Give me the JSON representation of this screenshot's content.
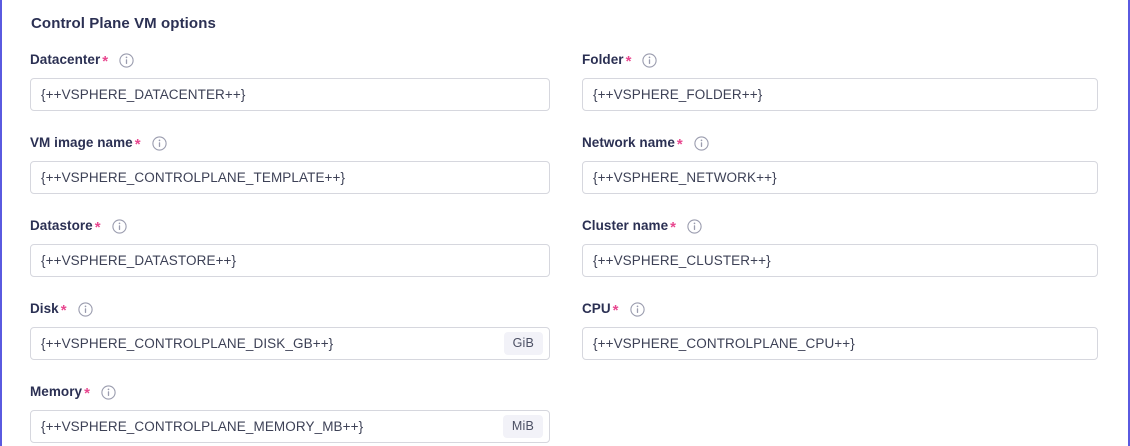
{
  "panel": {
    "title": "Control Plane VM options",
    "accent_color": "#5a5ae0",
    "label_color": "#2b3053",
    "required_marker_color": "#e8478f",
    "input_border_color": "#d6d7de",
    "unit_badge_bg": "#f2f2f8"
  },
  "fields": [
    {
      "label": "Datacenter",
      "required_marker": "*",
      "info_icon": "info-circle-icon",
      "value": "{++VSPHERE_DATACENTER++}",
      "unit": ""
    },
    {
      "label": "Folder",
      "required_marker": "*",
      "info_icon": "info-circle-icon",
      "value": "{++VSPHERE_FOLDER++}",
      "unit": ""
    },
    {
      "label": "VM image name",
      "required_marker": "*",
      "info_icon": "info-circle-icon",
      "value": "{++VSPHERE_CONTROLPLANE_TEMPLATE++}",
      "unit": ""
    },
    {
      "label": "Network name",
      "required_marker": "*",
      "info_icon": "info-circle-icon",
      "value": "{++VSPHERE_NETWORK++}",
      "unit": ""
    },
    {
      "label": "Datastore",
      "required_marker": "*",
      "info_icon": "info-circle-icon",
      "value": "{++VSPHERE_DATASTORE++}",
      "unit": ""
    },
    {
      "label": "Cluster name",
      "required_marker": "*",
      "info_icon": "info-circle-icon",
      "value": "{++VSPHERE_CLUSTER++}",
      "unit": ""
    },
    {
      "label": "Disk",
      "required_marker": "*",
      "info_icon": "info-circle-icon",
      "value": "{++VSPHERE_CONTROLPLANE_DISK_GB++}",
      "unit": "GiB"
    },
    {
      "label": "CPU",
      "required_marker": "*",
      "info_icon": "info-circle-icon",
      "value": "{++VSPHERE_CONTROLPLANE_CPU++}",
      "unit": ""
    },
    {
      "label": "Memory",
      "required_marker": "*",
      "info_icon": "info-circle-icon",
      "value": "{++VSPHERE_CONTROLPLANE_MEMORY_MB++}",
      "unit": "MiB"
    }
  ]
}
